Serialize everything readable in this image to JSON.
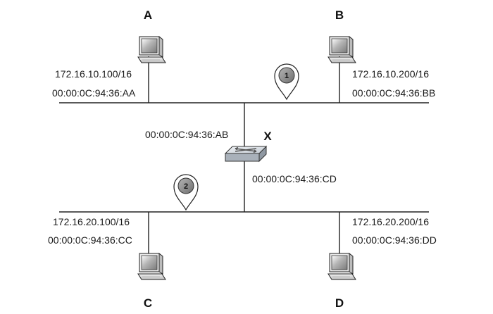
{
  "colors": {
    "line": "#222222",
    "marker_fill": "#8c8c8c",
    "router_top": "#dfe4ea",
    "router_side": "#aeb5bd",
    "monitor_screen": "#888888"
  },
  "hosts": {
    "a": {
      "name": "A",
      "ip": "172.16.10.100/16",
      "mac": "00:00:0C:94:36:AA"
    },
    "b": {
      "name": "B",
      "ip": "172.16.10.200/16",
      "mac": "00:00:0C:94:36:BB"
    },
    "c": {
      "name": "C",
      "ip": "172.16.20.100/16",
      "mac": "00:00:0C:94:36:CC"
    },
    "d": {
      "name": "D",
      "ip": "172.16.20.200/16",
      "mac": "00:00:0C:94:36:DD"
    }
  },
  "router": {
    "name": "X",
    "mac_upper": "00:00:0C:94:36:AB",
    "mac_lower": "00:00:0C:94:36:CD",
    "icon": "router-icon"
  },
  "markers": {
    "one": {
      "label": "1"
    },
    "two": {
      "label": "2"
    }
  }
}
